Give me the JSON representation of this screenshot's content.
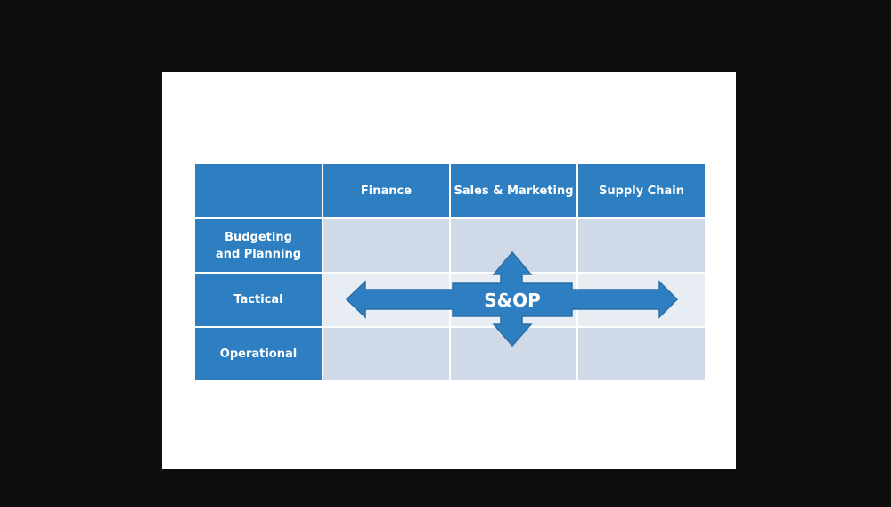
{
  "diagram": {
    "columns": [
      "",
      "Finance",
      "Sales & Marketing",
      "Supply Chain"
    ],
    "rows": [
      "Budgeting and Planning",
      "Tactical",
      "Operational"
    ],
    "center_label": "S&OP",
    "colors": {
      "header_blue": "#2e7fc1",
      "cell_light": "#d0d9e8",
      "cell_highlight": "#e8edf4",
      "arrow_fill": "#2e7fc1",
      "arrow_stroke": "#2a6ea5"
    }
  }
}
